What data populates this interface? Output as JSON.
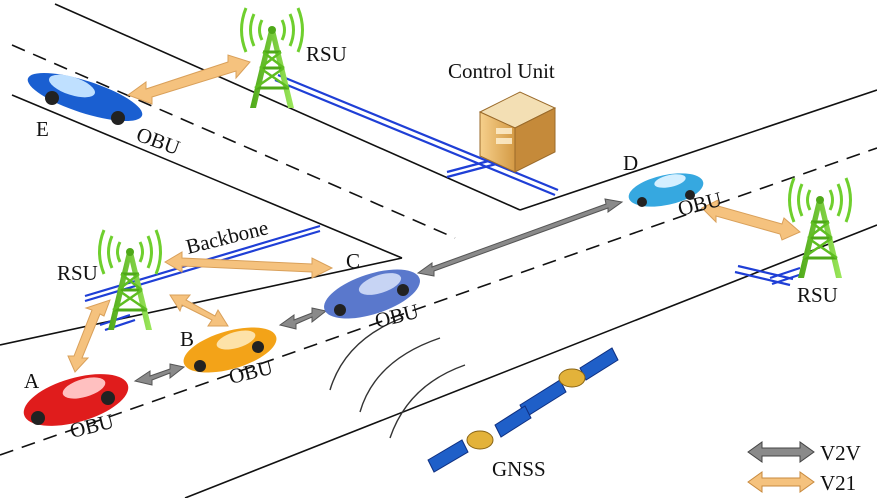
{
  "labels": {
    "control_unit": "Control Unit",
    "rsu": "RSU",
    "obu": "OBU",
    "backbone": "Backbone",
    "gnss": "GNSS",
    "vehicle_a": "A",
    "vehicle_b": "B",
    "vehicle_c": "C",
    "vehicle_d": "D",
    "vehicle_e": "E"
  },
  "legend": {
    "v2v": "V2V",
    "v2i": "V21"
  },
  "colors": {
    "v2v_arrow": "#8a8a8a",
    "v2i_arrow": "#f5c27e",
    "backbone": "#1f3fd6",
    "tower": "#6fcf2e",
    "road_line": "#111111"
  },
  "icons": [
    "rsu-tower-icon",
    "server-icon",
    "car-icon",
    "satellite-icon",
    "signal-wave-icon"
  ]
}
